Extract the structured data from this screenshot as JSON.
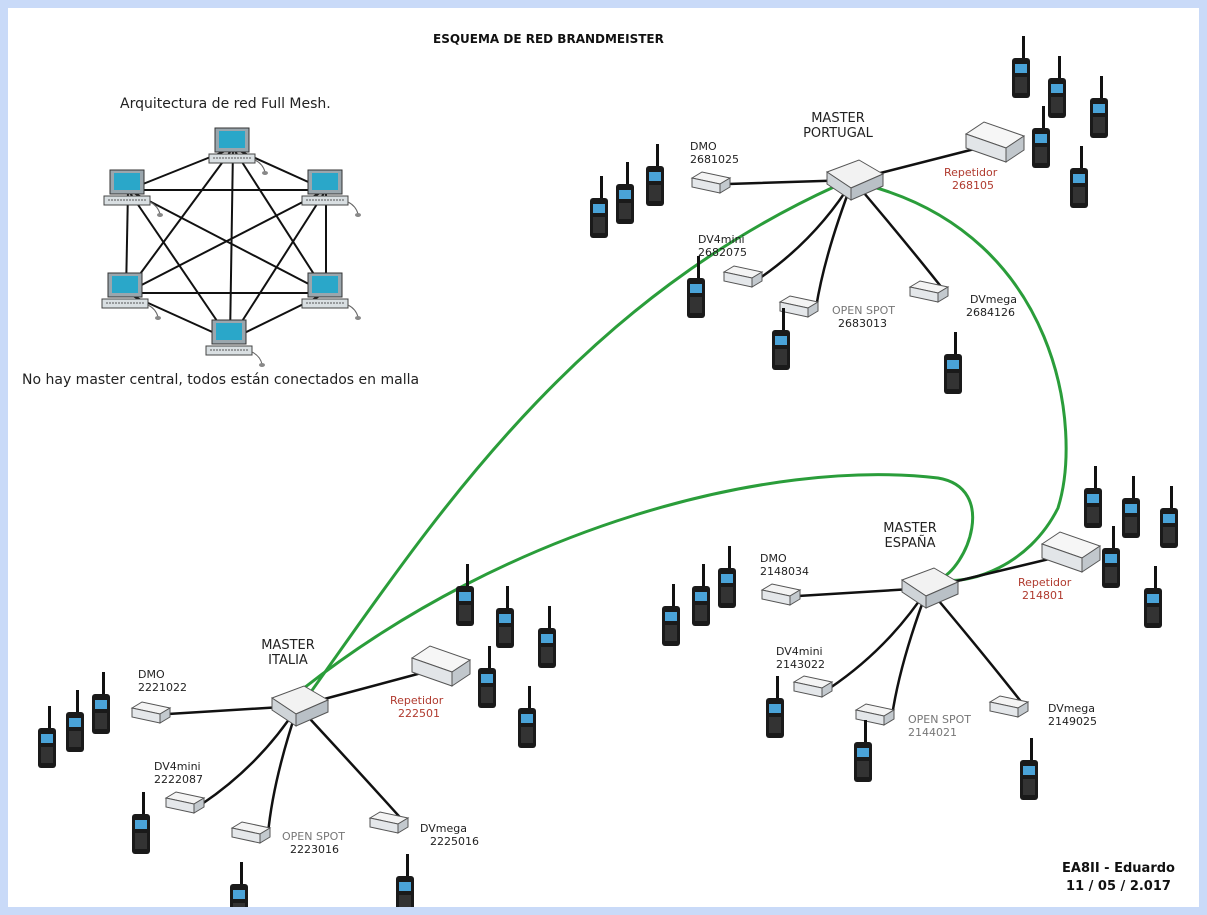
{
  "title": "ESQUEMA DE RED BRANDMEISTER",
  "mesh": {
    "caption": "Arquitectura de red Full Mesh.",
    "note": "No hay master central, todos están conectados en malla"
  },
  "masters": {
    "portugal": {
      "line1": "MASTER",
      "line2": "PORTUGAL",
      "dmo": {
        "name": "DMO",
        "id": "2681025"
      },
      "repetidor": {
        "name": "Repetidor",
        "id": "268105"
      },
      "dv4mini": {
        "name": "DV4mini",
        "id": "2682075"
      },
      "openspot": {
        "name": "OPEN SPOT",
        "id": "2683013"
      },
      "dvmega": {
        "name": "DVmega",
        "id": "2684126"
      }
    },
    "espana": {
      "line1": "MASTER",
      "line2": "ESPAÑA",
      "dmo": {
        "name": "DMO",
        "id": "2148034"
      },
      "repetidor": {
        "name": "Repetidor",
        "id": "214801"
      },
      "dv4mini": {
        "name": "DV4mini",
        "id": "2143022"
      },
      "openspot": {
        "name": "OPEN SPOT",
        "id": "2144021"
      },
      "dvmega": {
        "name": "DVmega",
        "id": "2149025"
      }
    },
    "italia": {
      "line1": "MASTER",
      "line2": "ITALIA",
      "dmo": {
        "name": "DMO",
        "id": "2221022"
      },
      "repetidor": {
        "name": "Repetidor",
        "id": "222501"
      },
      "dv4mini": {
        "name": "DV4mini",
        "id": "2222087"
      },
      "openspot": {
        "name": "OPEN SPOT",
        "id": "2223016"
      },
      "dvmega": {
        "name": "DVmega",
        "id": "2225016"
      }
    }
  },
  "author": {
    "line1": "EA8II - Eduardo",
    "line2": "11 / 05 / 2.017"
  },
  "colors": {
    "link": "#2a9d3a",
    "wire": "#111111",
    "repeater_label": "#b03a2e",
    "background": "#c9daf8"
  },
  "icons": {
    "computer": "computer-icon",
    "radio": "handheld-radio-icon",
    "hub": "network-hub-icon",
    "device": "hotspot-device-icon",
    "repeater": "repeater-icon"
  }
}
